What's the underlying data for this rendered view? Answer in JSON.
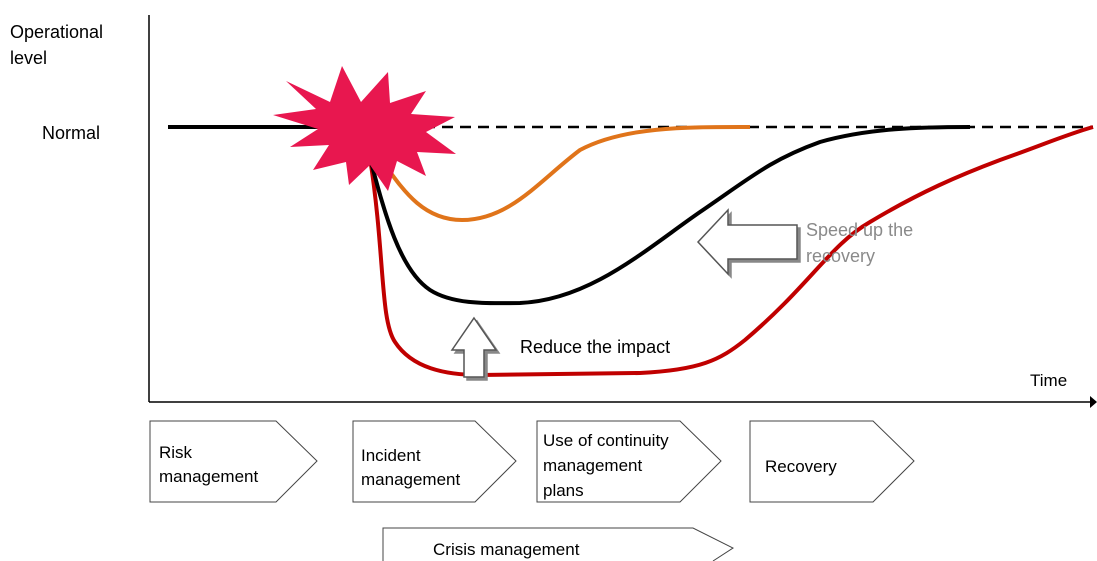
{
  "axis": {
    "y_label_line1": "Operational",
    "y_label_line2": "level",
    "normal_label": "Normal",
    "x_label": "Time"
  },
  "annotations": {
    "speed_line1": "Speed up the",
    "speed_line2": "recovery",
    "reduce": "Reduce the impact"
  },
  "phases": [
    {
      "line1": "Risk",
      "line2": "management",
      "line3": ""
    },
    {
      "line1": "Incident",
      "line2": "management",
      "line3": ""
    },
    {
      "line1": "Use of continuity",
      "line2": "management",
      "line3": "plans"
    },
    {
      "line1": "Recovery",
      "line2": "",
      "line3": ""
    }
  ],
  "crisis_label": "Crisis management",
  "colors": {
    "baseline": "#000000",
    "orange_curve": "#e0741a",
    "black_curve": "#000000",
    "red_curve": "#c00000",
    "burst": "#e8174f",
    "speed_text": "#8a8a8a"
  }
}
